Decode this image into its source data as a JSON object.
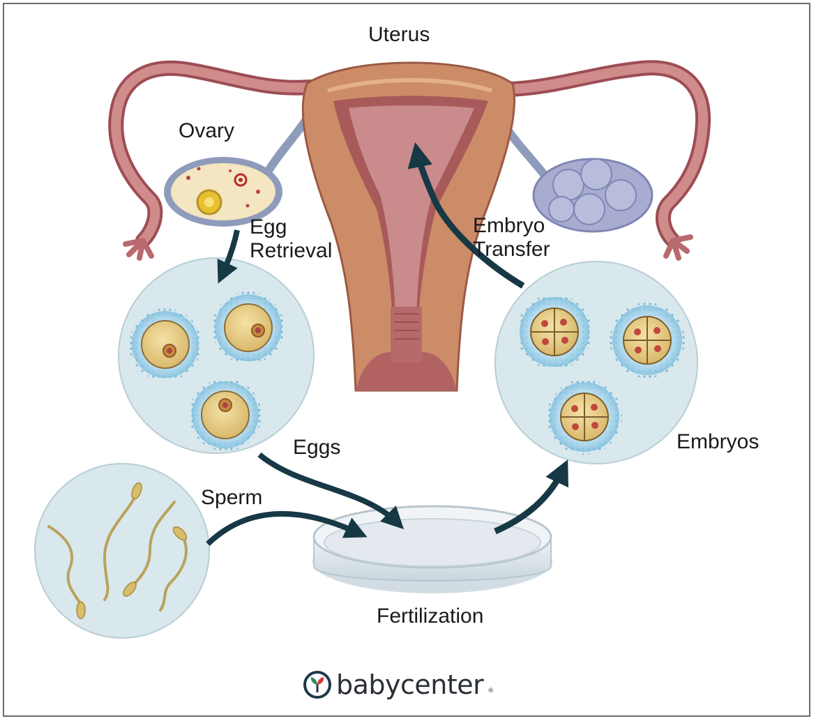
{
  "labels": {
    "uterus": "Uterus",
    "ovary": "Ovary",
    "egg_retrieval_line1": "Egg",
    "egg_retrieval_line2": "Retrieval",
    "embryo_transfer_line1": "Embryo",
    "embryo_transfer_line2": "Transfer",
    "eggs": "Eggs",
    "embryos": "Embryos",
    "sperm": "Sperm",
    "fertilization": "Fertilization"
  },
  "brand": {
    "name": "babycenter",
    "trademark": "®"
  },
  "colors": {
    "circle_fill": "#d8e8ec",
    "arrow": "#173845",
    "muscle": "#c98a66",
    "tube": "#b46868",
    "cavity": "#a85a5a",
    "egg_yolk": "#e8cf8a",
    "zona": "#a8d4ea",
    "right_ovary": "#a7acd0"
  }
}
